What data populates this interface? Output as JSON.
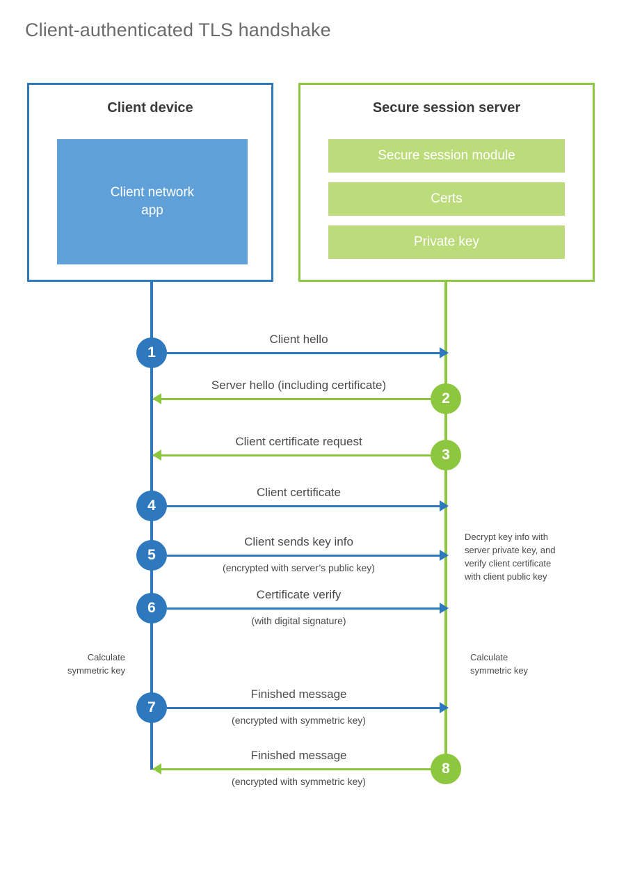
{
  "title": "Client-authenticated TLS handshake",
  "colors": {
    "client_blue": "#2e78be",
    "client_app_fill": "#5fa0d8",
    "server_green": "#8dc63f",
    "server_bar_fill": "#bcdc7c",
    "text_gray": "#4a4a4a",
    "title_gray": "#6b6b6b"
  },
  "client": {
    "title": "Client device",
    "app_label": "Client network\napp",
    "note_calculate": "Calculate\nsymmetric key"
  },
  "server": {
    "title": "Secure session server",
    "bars": [
      {
        "label": "Secure session module"
      },
      {
        "label": "Certs"
      },
      {
        "label": "Private key"
      }
    ],
    "note_decrypt": "Decrypt key info with\nserver private key, and\nverify client certificate\nwith client public key",
    "note_calculate": "Calculate\nsymmetric key"
  },
  "steps": [
    {
      "number": "1",
      "label": "Client hello",
      "sublabel": "",
      "direction": "client-to-server",
      "color": "blue"
    },
    {
      "number": "2",
      "label": "Server hello (including certificate)",
      "sublabel": "",
      "direction": "server-to-client",
      "color": "green"
    },
    {
      "number": "3",
      "label": "Client certificate request",
      "sublabel": "",
      "direction": "server-to-client",
      "color": "green"
    },
    {
      "number": "4",
      "label": "Client certificate",
      "sublabel": "",
      "direction": "client-to-server",
      "color": "blue"
    },
    {
      "number": "5",
      "label": "Client sends key info",
      "sublabel": "(encrypted with server’s public key)",
      "direction": "client-to-server",
      "color": "blue"
    },
    {
      "number": "6",
      "label": "Certificate verify",
      "sublabel": "(with digital signature)",
      "direction": "client-to-server",
      "color": "blue"
    },
    {
      "number": "7",
      "label": "Finished message",
      "sublabel": "(encrypted with symmetric key)",
      "direction": "client-to-server",
      "color": "blue"
    },
    {
      "number": "8",
      "label": "Finished message",
      "sublabel": "(encrypted with symmetric key)",
      "direction": "server-to-client",
      "color": "green"
    }
  ]
}
